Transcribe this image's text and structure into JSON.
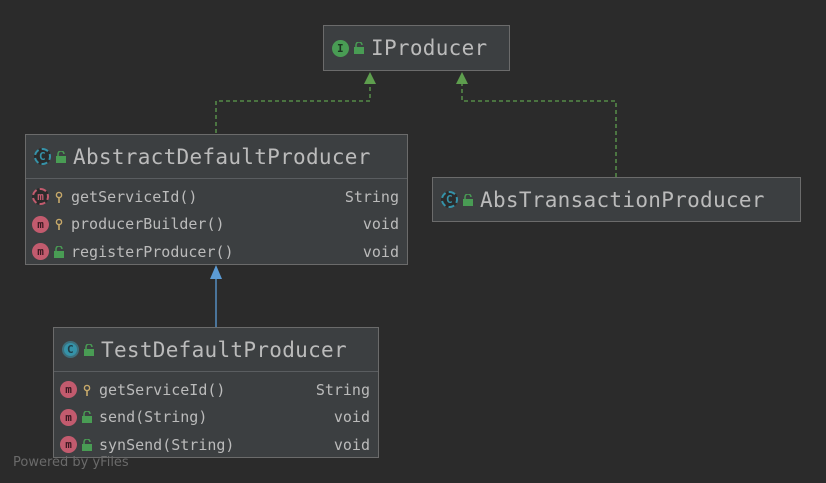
{
  "diagram": {
    "nodes": {
      "iproducer": {
        "kind": "interface",
        "badge": "I",
        "title": "IProducer",
        "visibility": "public"
      },
      "abstract_default_producer": {
        "kind": "abstract-class",
        "badge": "C",
        "title": "AbstractDefaultProducer",
        "visibility": "public",
        "members": [
          {
            "badge": "m",
            "abstract": true,
            "visibility": "protected",
            "name": "getServiceId()",
            "type": "String"
          },
          {
            "badge": "m",
            "abstract": false,
            "visibility": "protected",
            "name": "producerBuilder()",
            "type": "void"
          },
          {
            "badge": "m",
            "abstract": false,
            "visibility": "public",
            "name": "registerProducer()",
            "type": "void"
          }
        ]
      },
      "abs_transaction_producer": {
        "kind": "abstract-class",
        "badge": "C",
        "title": "AbsTransactionProducer",
        "visibility": "public"
      },
      "test_default_producer": {
        "kind": "class",
        "badge": "C",
        "title": "TestDefaultProducer",
        "visibility": "public",
        "members": [
          {
            "badge": "m",
            "abstract": false,
            "visibility": "protected",
            "name": "getServiceId()",
            "type": "String"
          },
          {
            "badge": "m",
            "abstract": false,
            "visibility": "public",
            "name": "send(String)",
            "type": "void"
          },
          {
            "badge": "m",
            "abstract": false,
            "visibility": "public",
            "name": "synSend(String)",
            "type": "void"
          }
        ]
      }
    },
    "edges": [
      {
        "from": "abstract_default_producer",
        "to": "iproducer",
        "relation": "implements",
        "style": "dashed",
        "color": "#5e9e4e"
      },
      {
        "from": "abs_transaction_producer",
        "to": "iproducer",
        "relation": "implements",
        "style": "dashed",
        "color": "#5e9e4e"
      },
      {
        "from": "test_default_producer",
        "to": "abstract_default_producer",
        "relation": "extends",
        "style": "solid",
        "color": "#5b9bd5"
      }
    ]
  },
  "watermark": "Powered by yFiles",
  "colors": {
    "background": "#2b2b2b",
    "node_fill": "#3c3f41",
    "node_border": "#6b6b6b",
    "text": "#bbbbbb",
    "class_badge": "#3592a8",
    "interface_badge": "#499c54",
    "method_badge": "#c25b6e",
    "implements_edge": "#5e9e4e",
    "extends_edge": "#5b9bd5"
  }
}
